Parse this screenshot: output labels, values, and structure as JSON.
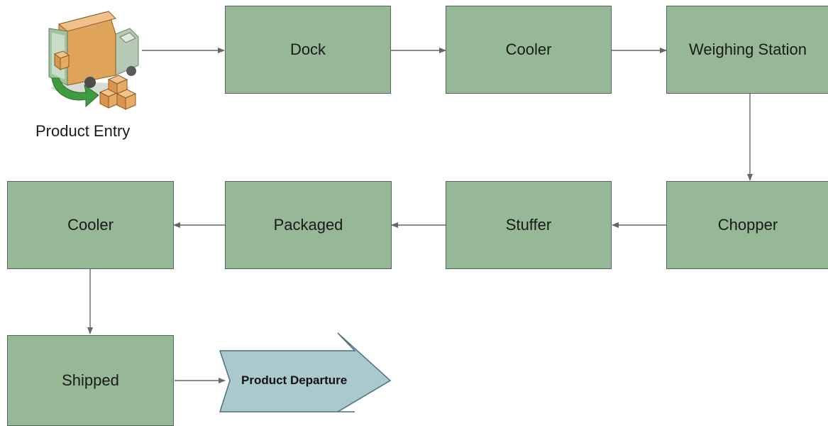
{
  "entry": {
    "label": "Product Entry",
    "icon": "delivery-truck-icon"
  },
  "nodes": {
    "dock": "Dock",
    "cooler_1": "Cooler",
    "weighing": "Weighing Station",
    "chopper": "Chopper",
    "stuffer": "Stuffer",
    "packaged": "Packaged",
    "cooler_2": "Cooler",
    "shipped": "Shipped"
  },
  "departure": {
    "label": "Product Departure"
  },
  "colors": {
    "node_fill": "#96b896",
    "node_border": "#53665a",
    "connector": "#5f6b5f",
    "departure_fill": "#a9c9cf",
    "departure_border": "#4d6e7a"
  }
}
